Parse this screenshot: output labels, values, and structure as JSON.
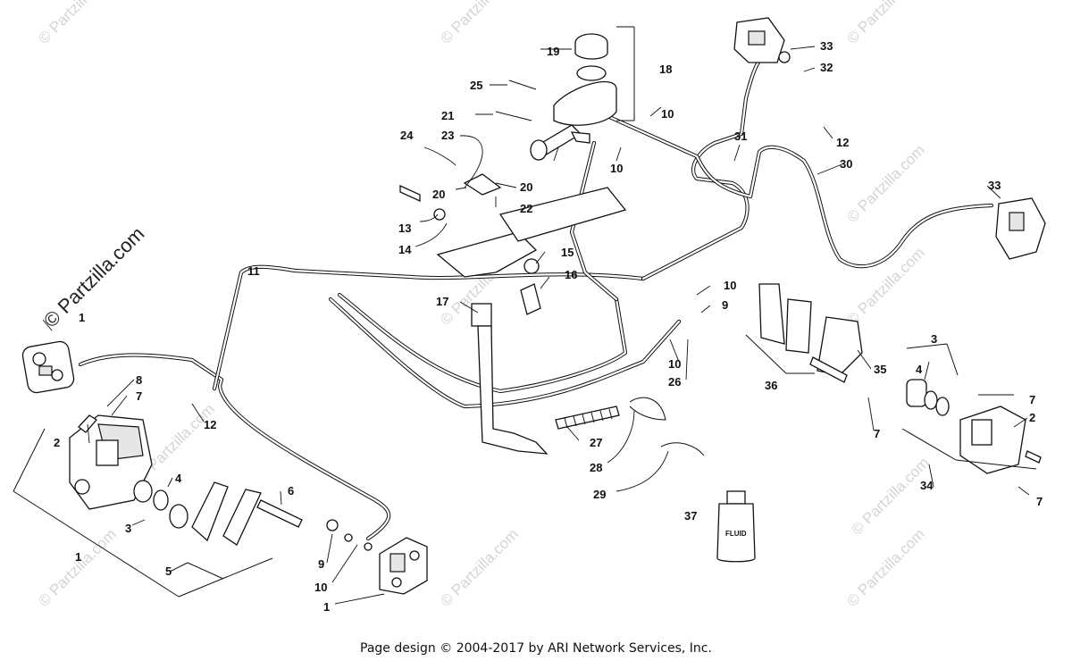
{
  "footer": "Page design © 2004-2017 by ARI Network Services, Inc.",
  "watermark": "© Partzilla.com",
  "fluid_label": "FLUID",
  "callouts": [
    "1",
    "1",
    "1",
    "2",
    "2",
    "3",
    "3",
    "4",
    "4",
    "5",
    "6",
    "7",
    "7",
    "7",
    "7",
    "8",
    "9",
    "9",
    "10",
    "10",
    "10",
    "10",
    "10",
    "11",
    "12",
    "12",
    "13",
    "14",
    "15",
    "16",
    "17",
    "18",
    "19",
    "20",
    "20",
    "21",
    "22",
    "23",
    "24",
    "25",
    "26",
    "27",
    "28",
    "29",
    "30",
    "31",
    "32",
    "33",
    "33",
    "34",
    "35",
    "36",
    "37"
  ],
  "colors": {
    "line": "#111111",
    "watermark": "#d4d4d4",
    "background": "#ffffff"
  }
}
